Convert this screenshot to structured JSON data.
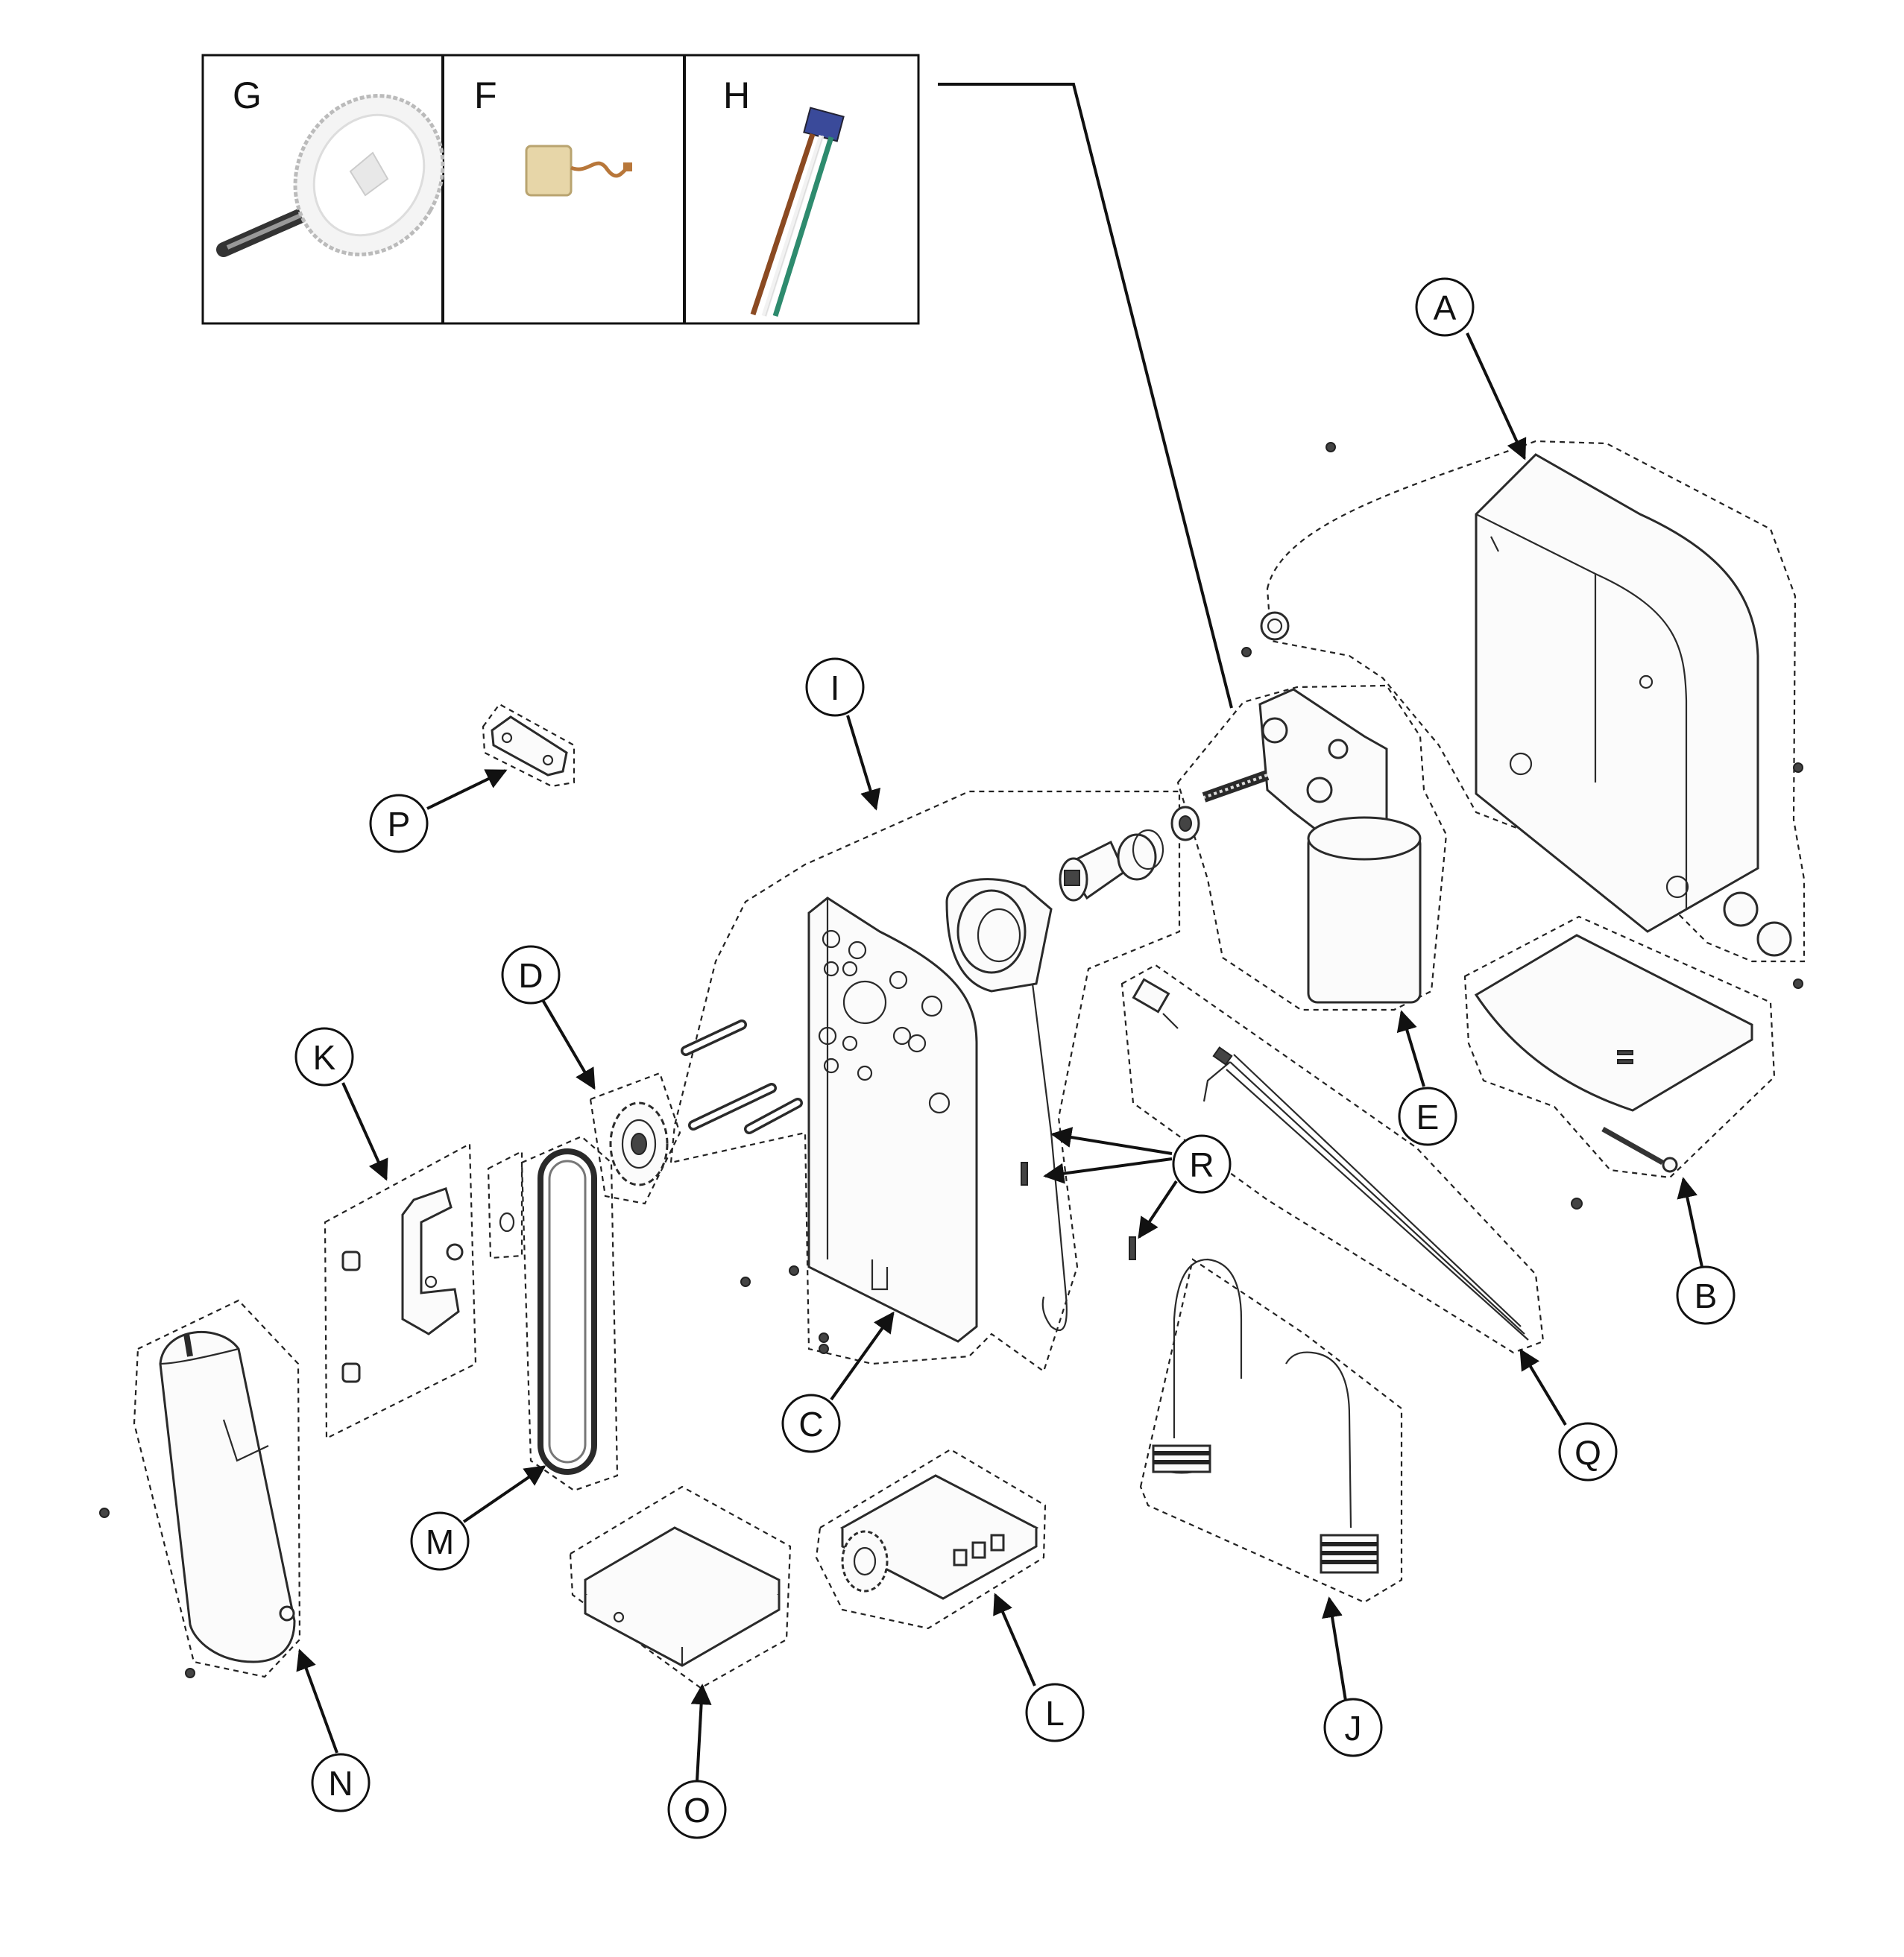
{
  "diagram": {
    "inset_labels": [
      "G",
      "F",
      "H"
    ],
    "callouts": [
      "A",
      "B",
      "C",
      "D",
      "E",
      "I",
      "J",
      "K",
      "L",
      "M",
      "N",
      "O",
      "P",
      "Q",
      "R"
    ]
  },
  "colors": {
    "line": "#111111",
    "wire_green": "#2e8b6e",
    "wire_brown": "#8b4a22",
    "connector_blue": "#3a4a9a",
    "brush_tan": "#e7d6a8",
    "copper": "#b8773a"
  }
}
